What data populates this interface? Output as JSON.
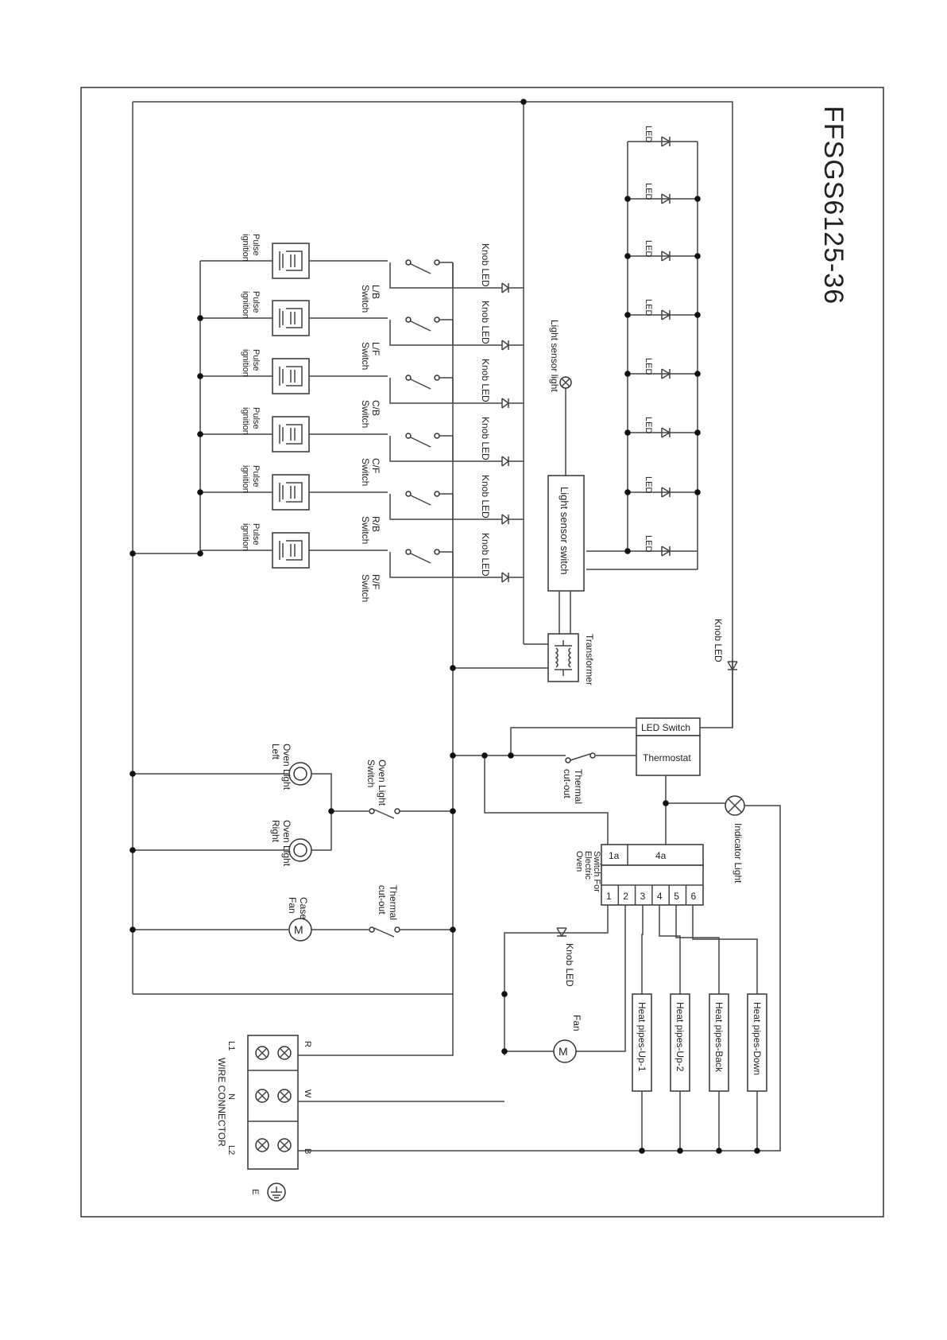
{
  "title": "FFSGS6125-36",
  "labels": {
    "led": "LED",
    "knob_led": "Knob LED",
    "pulse_ignition_1": "Pulse",
    "pulse_ignition_2": "ignition",
    "light_sensor_light": "Light sensor light",
    "light_sensor_switch": "Light sensor switch",
    "transformer": "Transformer",
    "led_switch": "LED Switch",
    "thermostat": "Thermostat",
    "thermal_1": "Thermal",
    "thermal_2": "cut-out",
    "indicator_light": "Indicator Light",
    "oven_light_switch_1": "Oven Light",
    "oven_light_switch_2": "Switch",
    "oven_light_left_1": "Oven Light",
    "oven_light_left_2": "Left",
    "oven_light_right_1": "Oven Light",
    "oven_light_right_2": "Right",
    "case_fan_1": "Case",
    "case_fan_2": "Fan",
    "fan": "Fan",
    "motor": "M",
    "switch_for_oven": [
      "Switch For",
      "Electric",
      "Oven"
    ],
    "terminal_1a": "1a",
    "terminal_4a": "4a",
    "terminals": [
      "1",
      "2",
      "3",
      "4",
      "5",
      "6"
    ],
    "heat_pipes": [
      "Heat pipes-Up-1",
      "Heat pipes-Up-2",
      "Heat pipes-Back",
      "Heat pipes-Down"
    ],
    "wire_connector": "WIRE CONNECTOR",
    "wire_connector_terminals_top": [
      "R",
      "W",
      "B"
    ],
    "wire_connector_terminals_bottom": [
      "L1",
      "N",
      "L2"
    ],
    "earth": "E",
    "switches": [
      {
        "line1": "L/B",
        "line2": "Switch"
      },
      {
        "line1": "L/F",
        "line2": "Switch"
      },
      {
        "line1": "C/B",
        "line2": "Switch"
      },
      {
        "line1": "C/F",
        "line2": "Switch"
      },
      {
        "line1": "R/B",
        "line2": "Switch"
      },
      {
        "line1": "R/F",
        "line2": "Switch"
      }
    ]
  }
}
